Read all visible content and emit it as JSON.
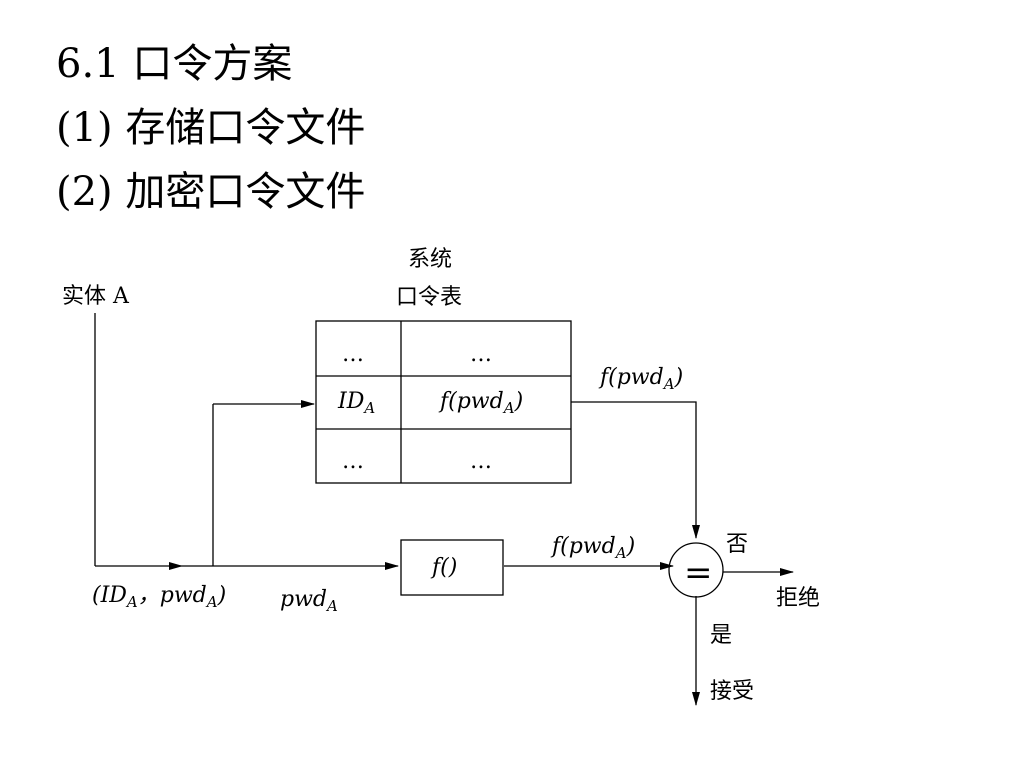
{
  "slide": {
    "lines": [
      "6.1 口令方案",
      "(1) 存储口令文件",
      "(2) 加密口令文件"
    ]
  },
  "diagram": {
    "entity_label": "实体 A",
    "table_title_line1": "系统",
    "table_title_line2": "口令表",
    "table_rows": [
      {
        "id": "…",
        "value": "…"
      },
      {
        "id": "IDA",
        "value": "f(pwdA)"
      },
      {
        "id": "…",
        "value": "…"
      }
    ],
    "input_label": "(IDA，pwdA)",
    "pwd_label": "pwdA",
    "f_box_label": "f()",
    "f_output_label": "f(pwdA)",
    "table_output_label": "f(pwdA)",
    "compare_symbol": "=",
    "no_label": "否",
    "reject_label": "拒绝",
    "yes_label": "是",
    "accept_label": "接受"
  }
}
